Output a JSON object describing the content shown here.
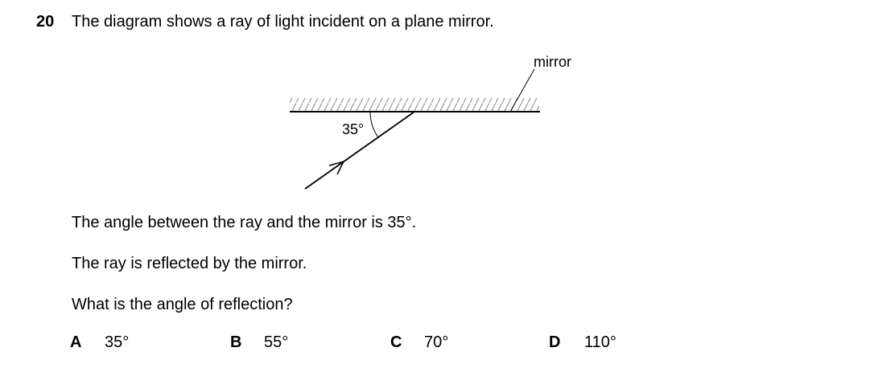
{
  "question": {
    "number": "20",
    "stem": "The diagram shows a ray of light incident on a plane mirror."
  },
  "diagram": {
    "mirror_label": "mirror",
    "angle_label": "35°"
  },
  "body": {
    "line1": "The angle between the ray and the mirror is 35°.",
    "line2": "The ray is reflected by the mirror.",
    "line3": "What is the angle of reflection?"
  },
  "options": [
    {
      "letter": "A",
      "value": "35°"
    },
    {
      "letter": "B",
      "value": "55°"
    },
    {
      "letter": "C",
      "value": "70°"
    },
    {
      "letter": "D",
      "value": "110°"
    }
  ]
}
